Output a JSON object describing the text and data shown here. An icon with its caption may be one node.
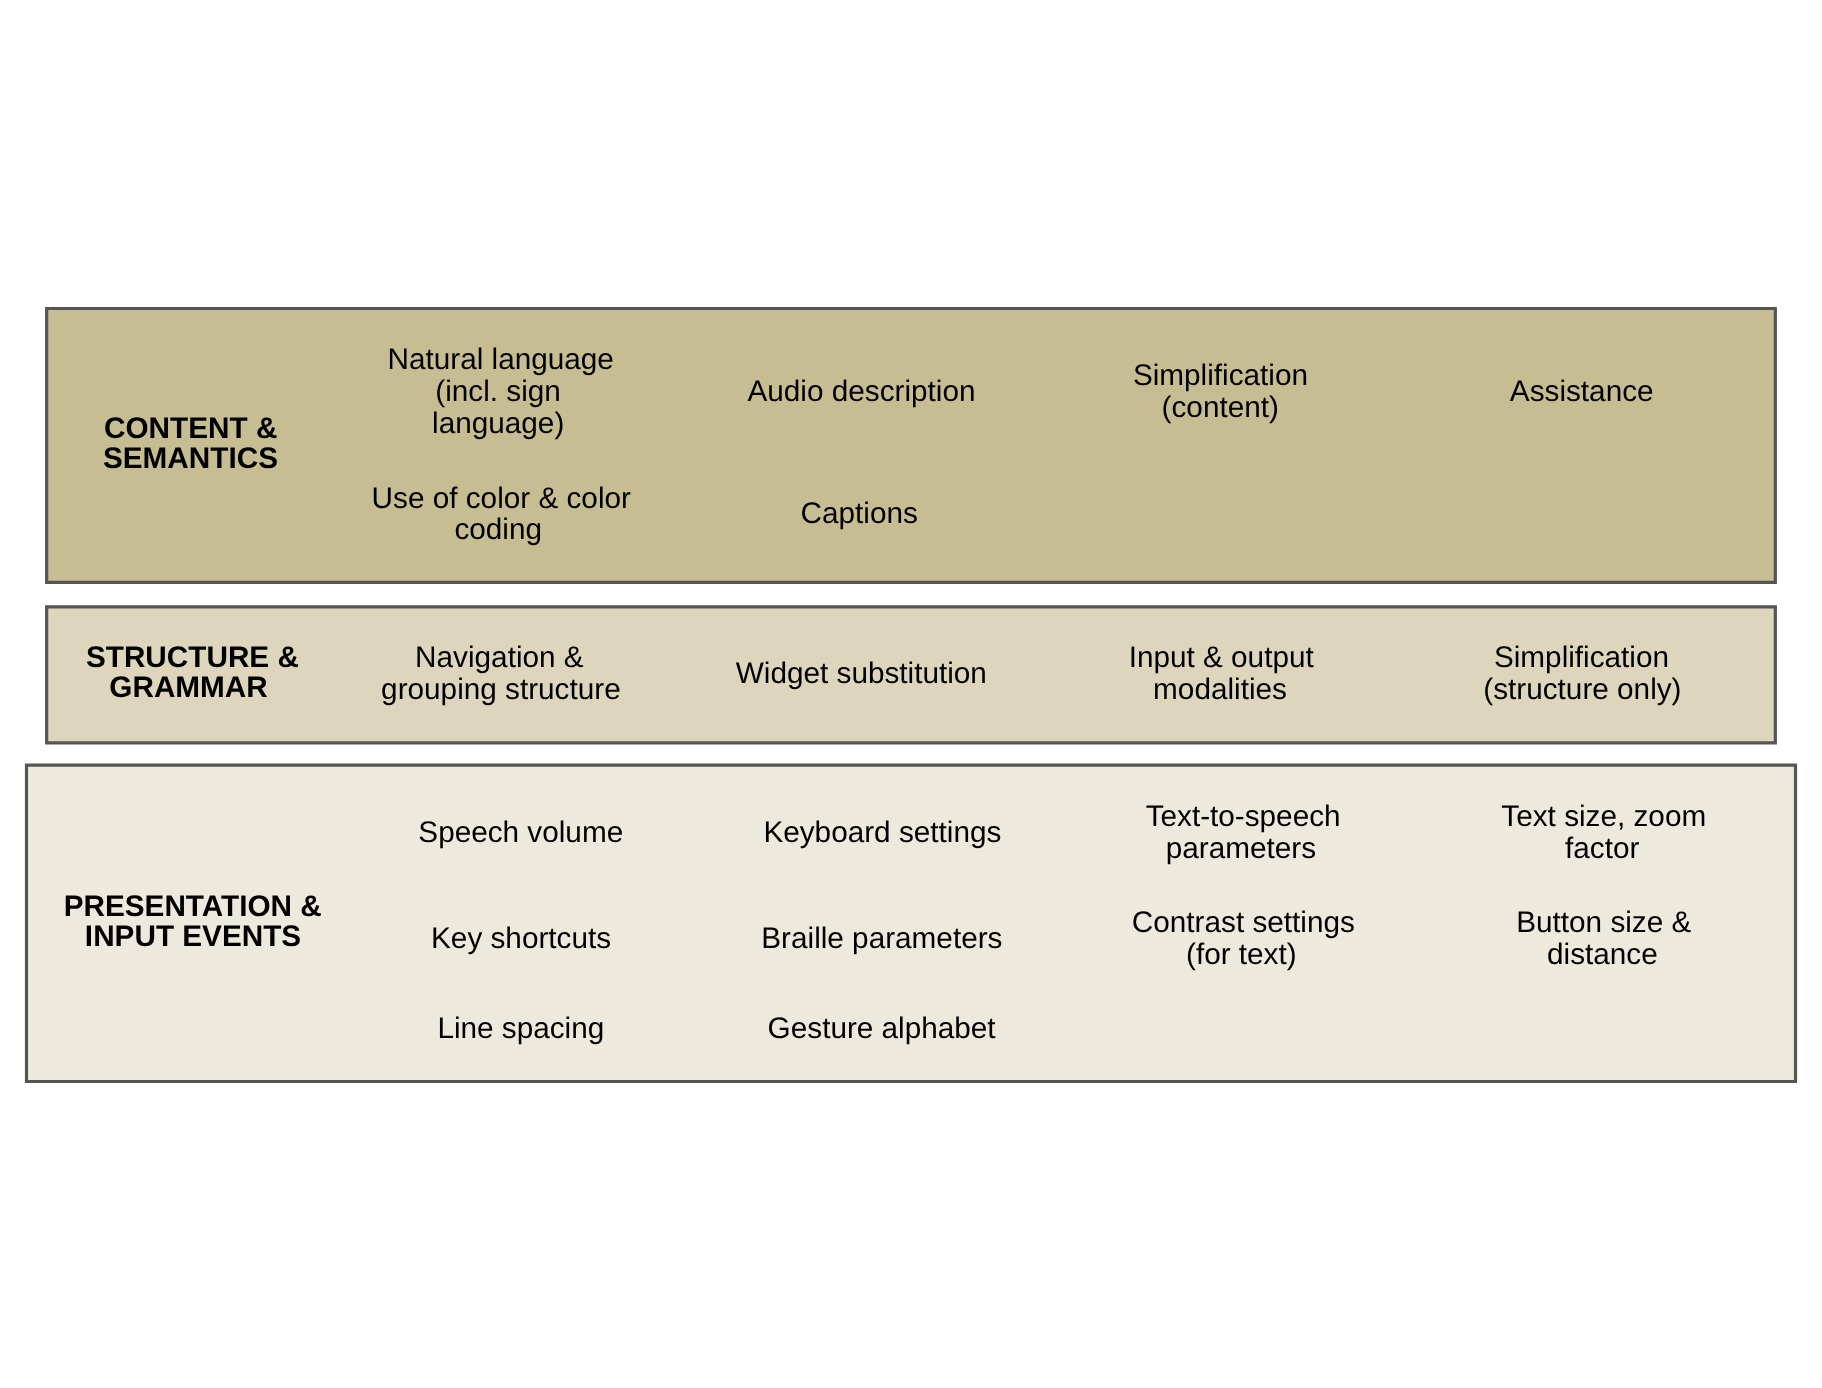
{
  "diagram": {
    "nodes": [
      {
        "text": [
          "PRESENTATION & INPUT EVENTS",
          "Speech volume",
          "Keyboard settings",
          "Text-to-speech parameters",
          "Text size, zoom factor",
          "Key shortcuts",
          "Braille parameters",
          "Contrast settings (for text)",
          "Button size & distance",
          "Line spacing",
          "Gesture alphabet"
        ]
      },
      {
        "text": [
          "STRUCTURE & GRAMMAR",
          "Navigation & grouping structure",
          "Widget substitution",
          "Input & output modalities",
          "Simplification (structure only)"
        ]
      },
      {
        "text": [
          "CONTENT & SEMANTICS",
          "Natural language (incl. sign language)",
          "Audio description",
          "Simplification (content)",
          "Assistance",
          "Use of color & color coding",
          "Captions"
        ]
      }
    ]
  }
}
